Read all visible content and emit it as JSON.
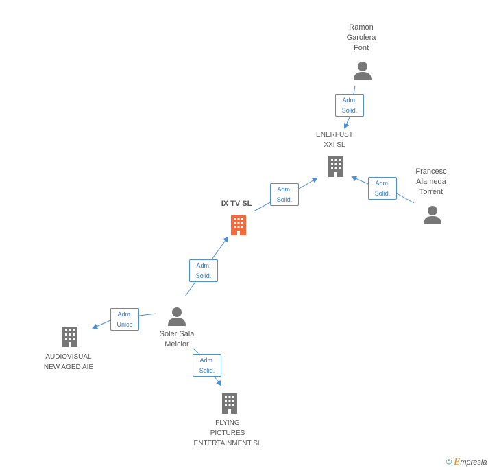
{
  "nodes": {
    "ramon": {
      "label": "Ramon\nGarolera\nFont",
      "kind": "person"
    },
    "enerfust": {
      "label": "ENERFUST\nXXI SL",
      "kind": "company"
    },
    "francesc": {
      "label": "Francesc\nAlameda\nTorrent",
      "kind": "person"
    },
    "ixtv": {
      "label": "IX TV SL",
      "kind": "company-focus"
    },
    "soler": {
      "label": "Soler Sala\nMelcior",
      "kind": "person"
    },
    "audiovisual": {
      "label": "AUDIOVISUAL\nNEW AGED AIE",
      "kind": "company"
    },
    "flying": {
      "label": "FLYING\nPICTURES\nENTERTAINMENT SL",
      "kind": "company"
    }
  },
  "relations": [
    {
      "from": "ramon",
      "to": "enerfust",
      "role_line1": "Adm.",
      "role_line2": "Solid."
    },
    {
      "from": "francesc",
      "to": "enerfust",
      "role_line1": "Adm.",
      "role_line2": "Solid."
    },
    {
      "from": "ixtv",
      "to": "enerfust",
      "role_line1": "Adm.",
      "role_line2": "Solid."
    },
    {
      "from": "soler",
      "to": "ixtv",
      "role_line1": "Adm.",
      "role_line2": "Solid."
    },
    {
      "from": "soler",
      "to": "audiovisual",
      "role_line1": "Adm.",
      "role_line2": "Unico"
    },
    {
      "from": "soler",
      "to": "flying",
      "role_line1": "Adm.",
      "role_line2": "Solid."
    }
  ],
  "colors": {
    "person": "#777777",
    "company": "#777777",
    "focus": "#f26a3d",
    "edge": "#4a8fd8"
  },
  "icons": {
    "person": "person-icon",
    "company": "building-icon"
  },
  "brand": {
    "copyright": "©",
    "name_initial": "E",
    "name_rest": "mpresia"
  }
}
